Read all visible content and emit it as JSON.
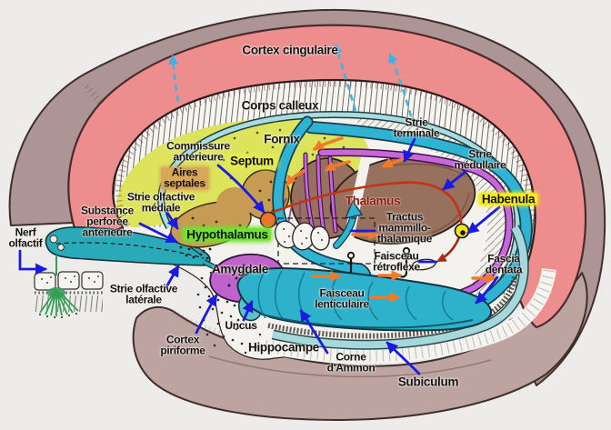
{
  "figure": {
    "kind": "limbic-system-anatomical-diagram",
    "language": "fr"
  },
  "labels": {
    "cortex_cingulaire": {
      "text": "Cortex cingulaire"
    },
    "corps_calleux": {
      "text": "Corps calleux"
    },
    "fornix": {
      "text": "Fornix"
    },
    "commissure_anterieure": {
      "text": "Commissure\nantérieure"
    },
    "septum": {
      "text": "Septum"
    },
    "aires_septales": {
      "text": "Aires\nseptales"
    },
    "strie_olfactive_mediale": {
      "text": "Strie olfactive\nmédiale"
    },
    "substance_perforee_anterieure": {
      "text": "Substance\nperforée\nantérieure"
    },
    "nerf_olfactif": {
      "text": "Nerf\nolfactif"
    },
    "hypothalamus": {
      "text": "Hypothalamus"
    },
    "amygdale": {
      "text": "Amygdale"
    },
    "strie_olfactive_laterale": {
      "text": "Strie olfactive\nlatérale"
    },
    "uncus": {
      "text": "Uncus"
    },
    "cortex_piriforme": {
      "text": "Cortex\npiriforme"
    },
    "hippocampe": {
      "text": "Hippocampe"
    },
    "corne_ammon": {
      "text": "Corne\nd'Ammon"
    },
    "subiculum": {
      "text": "Subiculum"
    },
    "fascia_dentata": {
      "text": "Fascia\ndentata"
    },
    "faisceau_lenticulaire": {
      "text": "Faisceau\nlenticulaire"
    },
    "faisceau_retroflexe": {
      "text": "Faisceau\nrétroflexe"
    },
    "tractus_mammillo_thalamique": {
      "text": "Tractus\nmammillo-\nthalamique"
    },
    "thalamus": {
      "text": "Thalamus"
    },
    "strie_terminale": {
      "text": "Strie\nterminale"
    },
    "strie_medullaire": {
      "text": "Strie\nmédullaire"
    },
    "habenula": {
      "text": "Habenula"
    }
  },
  "colors": {
    "background": "#edecea",
    "brain_back_mauve": "#ae9595",
    "temporal_lobe_mauve": "#bda4a1",
    "cortex_pink": "#ee8d8d",
    "corpus_callosum_white": "#f7f5f1",
    "band_light_cyan": "#a9dcdf",
    "pathway_cyan": "#2fb3d4",
    "stria_purple": "#c668d8",
    "stria_red": "#c03416",
    "septal_yellow_green": "#dde45c",
    "hypothalamus_tan": "#c79b54",
    "commissure_orange": "#e9742e",
    "thalamus_brown": "#97705e",
    "amygdala_purple": "#bf62c9",
    "hippocampus_teal": "#2eb2cc",
    "fascia_light_teal": "#a5d8da",
    "habenula_yellow": "#f2e618",
    "label_arrow_blue": "#1b1bdf",
    "flow_arrow_orange": "#f07a28",
    "ascending_arrow_cyan": "#3ab4e4",
    "thalamus_text_maroon": "#8a1a10",
    "highlight_green": "#6fe42e",
    "highlight_yellow": "#f6ec13",
    "highlight_tan": "#d8a757",
    "highlight_septum": "#e2ea55",
    "olfactory_green": "#2fa055"
  }
}
